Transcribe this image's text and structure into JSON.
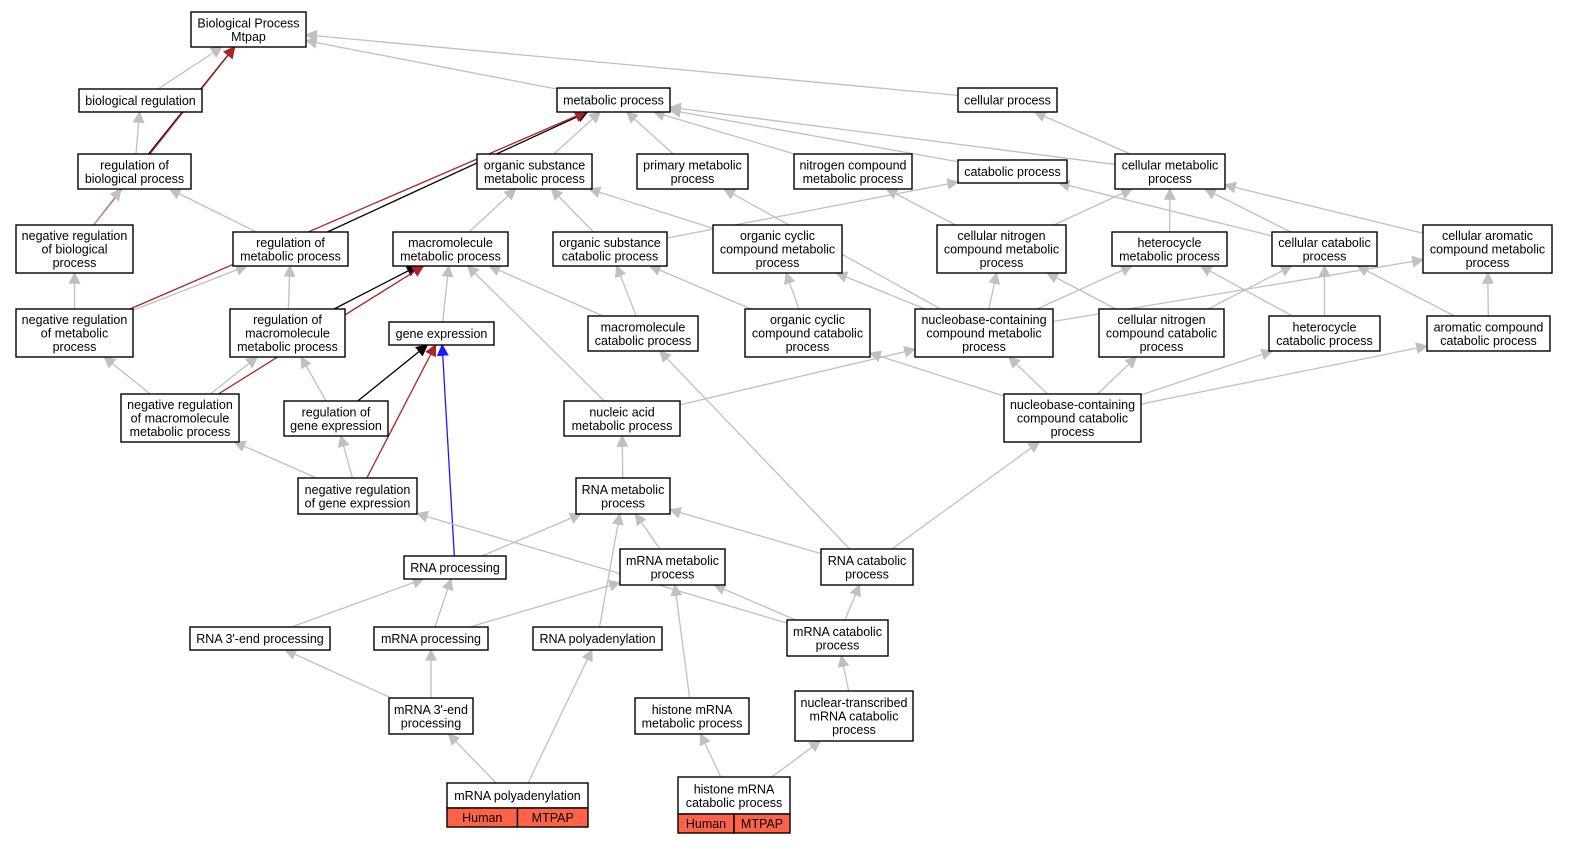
{
  "colors": {
    "grey_edge": "#c0c0c0",
    "black_edge": "#000000",
    "red_edge": "#b22222",
    "blue_edge": "#1a1aff",
    "highlight_cell": "#ff6347"
  },
  "nodes": [
    {
      "id": "bp",
      "lines": [
        "Biological Process",
        "Mtpap"
      ]
    },
    {
      "id": "bioreg",
      "lines": [
        "biological regulation"
      ]
    },
    {
      "id": "metproc",
      "lines": [
        "metabolic process"
      ]
    },
    {
      "id": "cellproc",
      "lines": [
        "cellular process"
      ]
    },
    {
      "id": "regbio",
      "lines": [
        "regulation of",
        "biological process"
      ]
    },
    {
      "id": "orgsub",
      "lines": [
        "organic substance",
        "metabolic process"
      ]
    },
    {
      "id": "primmet",
      "lines": [
        "primary metabolic",
        "process"
      ]
    },
    {
      "id": "nitcomp",
      "lines": [
        "nitrogen compound",
        "metabolic process"
      ]
    },
    {
      "id": "catab",
      "lines": [
        "catabolic process"
      ]
    },
    {
      "id": "cellmet",
      "lines": [
        "cellular metabolic",
        "process"
      ]
    },
    {
      "id": "negregbio",
      "lines": [
        "negative regulation",
        "of biological",
        "process"
      ]
    },
    {
      "id": "regmet",
      "lines": [
        "regulation of",
        "metabolic process"
      ]
    },
    {
      "id": "macromet",
      "lines": [
        "macromolecule",
        "metabolic process"
      ]
    },
    {
      "id": "orgsubcat",
      "lines": [
        "organic substance",
        "catabolic process"
      ]
    },
    {
      "id": "orgcyc",
      "lines": [
        "organic cyclic",
        "compound metabolic",
        "process"
      ]
    },
    {
      "id": "cellnit",
      "lines": [
        "cellular nitrogen",
        "compound metabolic",
        "process"
      ]
    },
    {
      "id": "hetmet",
      "lines": [
        "heterocycle",
        "metabolic process"
      ]
    },
    {
      "id": "cellcat",
      "lines": [
        "cellular catabolic",
        "process"
      ]
    },
    {
      "id": "cellarom",
      "lines": [
        "cellular aromatic",
        "compound metabolic",
        "process"
      ]
    },
    {
      "id": "negregmet",
      "lines": [
        "negative regulation",
        "of metabolic",
        "process"
      ]
    },
    {
      "id": "regmacro",
      "lines": [
        "regulation of",
        "macromolecule",
        "metabolic process"
      ]
    },
    {
      "id": "geneexp",
      "lines": [
        "gene expression"
      ]
    },
    {
      "id": "macrocat",
      "lines": [
        "macromolecule",
        "catabolic process"
      ]
    },
    {
      "id": "orgcyccat",
      "lines": [
        "organic cyclic",
        "compound catabolic",
        "process"
      ]
    },
    {
      "id": "nucmet",
      "lines": [
        "nucleobase-containing",
        "compound metabolic",
        "process"
      ]
    },
    {
      "id": "cellnitcat",
      "lines": [
        "cellular nitrogen",
        "compound catabolic",
        "process"
      ]
    },
    {
      "id": "hetcat",
      "lines": [
        "heterocycle",
        "catabolic process"
      ]
    },
    {
      "id": "aromcat",
      "lines": [
        "aromatic compound",
        "catabolic process"
      ]
    },
    {
      "id": "negregmacro",
      "lines": [
        "negative regulation",
        "of macromolecule",
        "metabolic process"
      ]
    },
    {
      "id": "reggene",
      "lines": [
        "regulation of",
        "gene expression"
      ]
    },
    {
      "id": "nucacid",
      "lines": [
        "nucleic acid",
        "metabolic process"
      ]
    },
    {
      "id": "nuccat",
      "lines": [
        "nucleobase-containing",
        "compound catabolic",
        "process"
      ]
    },
    {
      "id": "negreggene",
      "lines": [
        "negative regulation",
        "of gene expression"
      ]
    },
    {
      "id": "rnamet",
      "lines": [
        "RNA metabolic",
        "process"
      ]
    },
    {
      "id": "rnaproc",
      "lines": [
        "RNA processing"
      ]
    },
    {
      "id": "mrnamet",
      "lines": [
        "mRNA metabolic",
        "process"
      ]
    },
    {
      "id": "rnacat",
      "lines": [
        "RNA catabolic",
        "process"
      ]
    },
    {
      "id": "rna3",
      "lines": [
        "RNA 3'-end processing"
      ]
    },
    {
      "id": "mrnaproc",
      "lines": [
        "mRNA processing"
      ]
    },
    {
      "id": "rnapoly",
      "lines": [
        "RNA polyadenylation"
      ]
    },
    {
      "id": "mrnacat",
      "lines": [
        "mRNA catabolic",
        "process"
      ]
    },
    {
      "id": "mrna3",
      "lines": [
        "mRNA 3'-end",
        "processing"
      ]
    },
    {
      "id": "histmet",
      "lines": [
        "histone mRNA",
        "metabolic process"
      ]
    },
    {
      "id": "nuctrans",
      "lines": [
        "nuclear-transcribed",
        "mRNA catabolic",
        "process"
      ]
    },
    {
      "id": "mrnapoly",
      "lines": [
        "mRNA polyadenylation"
      ],
      "cells": [
        "Human",
        "MTPAP"
      ]
    },
    {
      "id": "histcat",
      "lines": [
        "histone mRNA",
        "catabolic process"
      ],
      "cells": [
        "Human",
        "MTPAP"
      ]
    }
  ],
  "edges": [
    {
      "from": "bioreg",
      "to": "bp",
      "kind": "grey"
    },
    {
      "from": "metproc",
      "to": "bp",
      "kind": "grey"
    },
    {
      "from": "cellproc",
      "to": "bp",
      "kind": "grey"
    },
    {
      "from": "regbio",
      "to": "bioreg",
      "kind": "grey"
    },
    {
      "from": "regbio",
      "to": "bp",
      "kind": "black"
    },
    {
      "from": "negregbio",
      "to": "bp",
      "kind": "red"
    },
    {
      "from": "orgsub",
      "to": "metproc",
      "kind": "grey"
    },
    {
      "from": "primmet",
      "to": "metproc",
      "kind": "grey"
    },
    {
      "from": "nitcomp",
      "to": "metproc",
      "kind": "grey"
    },
    {
      "from": "catab",
      "to": "metproc",
      "kind": "grey"
    },
    {
      "from": "cellmet",
      "to": "metproc",
      "kind": "grey"
    },
    {
      "from": "cellmet",
      "to": "cellproc",
      "kind": "grey"
    },
    {
      "from": "negregbio",
      "to": "regbio",
      "kind": "grey"
    },
    {
      "from": "regmet",
      "to": "regbio",
      "kind": "grey"
    },
    {
      "from": "regmet",
      "to": "metproc",
      "kind": "black"
    },
    {
      "from": "macromet",
      "to": "orgsub",
      "kind": "grey"
    },
    {
      "from": "orgsubcat",
      "to": "orgsub",
      "kind": "grey"
    },
    {
      "from": "orgsubcat",
      "to": "catab",
      "kind": "grey"
    },
    {
      "from": "orgcyc",
      "to": "orgsub",
      "kind": "grey"
    },
    {
      "from": "cellnit",
      "to": "nitcomp",
      "kind": "grey"
    },
    {
      "from": "cellnit",
      "to": "cellmet",
      "kind": "grey"
    },
    {
      "from": "hetmet",
      "to": "cellmet",
      "kind": "grey"
    },
    {
      "from": "cellcat",
      "to": "cellmet",
      "kind": "grey"
    },
    {
      "from": "cellcat",
      "to": "catab",
      "kind": "grey"
    },
    {
      "from": "cellarom",
      "to": "cellmet",
      "kind": "grey"
    },
    {
      "from": "nucmet",
      "to": "primmet",
      "kind": "grey"
    },
    {
      "from": "negregmet",
      "to": "negregbio",
      "kind": "grey"
    },
    {
      "from": "negregmet",
      "to": "regmet",
      "kind": "grey"
    },
    {
      "from": "negregmet",
      "to": "metproc",
      "kind": "red"
    },
    {
      "from": "regmacro",
      "to": "regmet",
      "kind": "grey"
    },
    {
      "from": "regmacro",
      "to": "macromet",
      "kind": "black"
    },
    {
      "from": "geneexp",
      "to": "macromet",
      "kind": "grey"
    },
    {
      "from": "macrocat",
      "to": "macromet",
      "kind": "grey"
    },
    {
      "from": "macrocat",
      "to": "orgsubcat",
      "kind": "grey"
    },
    {
      "from": "orgcyccat",
      "to": "orgcyc",
      "kind": "grey"
    },
    {
      "from": "orgcyccat",
      "to": "orgsubcat",
      "kind": "grey"
    },
    {
      "from": "nucmet",
      "to": "orgcyc",
      "kind": "grey"
    },
    {
      "from": "nucmet",
      "to": "cellnit",
      "kind": "grey"
    },
    {
      "from": "nucmet",
      "to": "hetmet",
      "kind": "grey"
    },
    {
      "from": "nucmet",
      "to": "cellarom",
      "kind": "grey"
    },
    {
      "from": "cellnitcat",
      "to": "cellnit",
      "kind": "grey"
    },
    {
      "from": "cellnitcat",
      "to": "cellcat",
      "kind": "grey"
    },
    {
      "from": "hetcat",
      "to": "hetmet",
      "kind": "grey"
    },
    {
      "from": "hetcat",
      "to": "cellcat",
      "kind": "grey"
    },
    {
      "from": "aromcat",
      "to": "cellarom",
      "kind": "grey"
    },
    {
      "from": "aromcat",
      "to": "cellcat",
      "kind": "grey"
    },
    {
      "from": "negregmacro",
      "to": "negregmet",
      "kind": "grey"
    },
    {
      "from": "negregmacro",
      "to": "regmacro",
      "kind": "grey"
    },
    {
      "from": "negregmacro",
      "to": "macromet",
      "kind": "red"
    },
    {
      "from": "reggene",
      "to": "regmacro",
      "kind": "grey"
    },
    {
      "from": "reggene",
      "to": "geneexp",
      "kind": "black"
    },
    {
      "from": "nucacid",
      "to": "macromet",
      "kind": "grey"
    },
    {
      "from": "nucacid",
      "to": "nucmet",
      "kind": "grey"
    },
    {
      "from": "nuccat",
      "to": "orgcyccat",
      "kind": "grey"
    },
    {
      "from": "nuccat",
      "to": "nucmet",
      "kind": "grey"
    },
    {
      "from": "nuccat",
      "to": "cellnitcat",
      "kind": "grey"
    },
    {
      "from": "nuccat",
      "to": "hetcat",
      "kind": "grey"
    },
    {
      "from": "nuccat",
      "to": "aromcat",
      "kind": "grey"
    },
    {
      "from": "negreggene",
      "to": "negregmacro",
      "kind": "grey"
    },
    {
      "from": "negreggene",
      "to": "reggene",
      "kind": "grey"
    },
    {
      "from": "negreggene",
      "to": "geneexp",
      "kind": "red"
    },
    {
      "from": "rnamet",
      "to": "nucacid",
      "kind": "grey"
    },
    {
      "from": "rnaproc",
      "to": "rnamet",
      "kind": "grey"
    },
    {
      "from": "rnaproc",
      "to": "geneexp",
      "kind": "blue"
    },
    {
      "from": "mrnamet",
      "to": "rnamet",
      "kind": "grey"
    },
    {
      "from": "rnacat",
      "to": "rnamet",
      "kind": "grey"
    },
    {
      "from": "rnacat",
      "to": "macrocat",
      "kind": "grey"
    },
    {
      "from": "rnacat",
      "to": "nuccat",
      "kind": "grey"
    },
    {
      "from": "rna3",
      "to": "rnaproc",
      "kind": "grey"
    },
    {
      "from": "mrnaproc",
      "to": "rnaproc",
      "kind": "grey"
    },
    {
      "from": "mrnaproc",
      "to": "mrnamet",
      "kind": "grey"
    },
    {
      "from": "rnapoly",
      "to": "rnamet",
      "kind": "grey"
    },
    {
      "from": "mrnacat",
      "to": "mrnamet",
      "kind": "grey"
    },
    {
      "from": "mrnacat",
      "to": "rnacat",
      "kind": "grey"
    },
    {
      "from": "mrnacat",
      "to": "negreggene",
      "kind": "grey"
    },
    {
      "from": "mrna3",
      "to": "rna3",
      "kind": "grey"
    },
    {
      "from": "mrna3",
      "to": "mrnaproc",
      "kind": "grey"
    },
    {
      "from": "histmet",
      "to": "mrnamet",
      "kind": "grey"
    },
    {
      "from": "nuctrans",
      "to": "mrnacat",
      "kind": "grey"
    },
    {
      "from": "mrnapoly",
      "to": "mrna3",
      "kind": "grey"
    },
    {
      "from": "mrnapoly",
      "to": "rnapoly",
      "kind": "grey"
    },
    {
      "from": "histcat",
      "to": "histmet",
      "kind": "grey"
    },
    {
      "from": "histcat",
      "to": "nuctrans",
      "kind": "grey"
    }
  ]
}
